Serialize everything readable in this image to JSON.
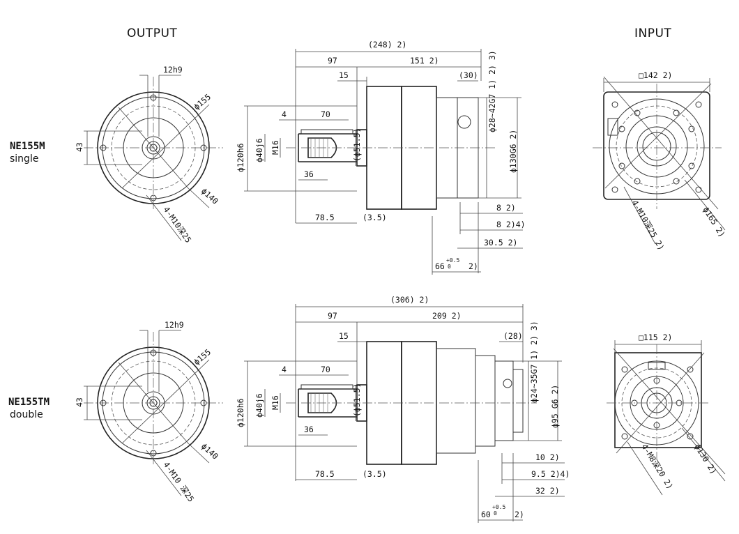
{
  "headers": {
    "output": "OUTPUT",
    "input": "INPUT"
  },
  "models": [
    {
      "code": "NE155M",
      "variant": "single"
    },
    {
      "code": "NE155TM",
      "variant": "double"
    }
  ],
  "single": {
    "front": {
      "key": "12h9",
      "d155": "ϕ155",
      "d140": "ϕ140",
      "h43": "43",
      "holes": "4-M10深25"
    },
    "side": {
      "total": "(248)  2)",
      "l97": "97",
      "l151": "151  2)",
      "l15": "15",
      "l30": "(30)",
      "l4": "4",
      "l70": "70",
      "l36": "36",
      "l785": "78.5",
      "l35": "(3.5)",
      "d120": "ϕ120h6",
      "d40": "ϕ40j6",
      "m16": "M16",
      "d515": "(ϕ51.5)",
      "d28": "ϕ28~42G7  1) 2) 3)",
      "d130": "ϕ130G6  2)",
      "r8a": "8  2)",
      "r8b": "8  2)4)",
      "r305": "30.5  2)",
      "r66": "66",
      "r66tol": "+0.5",
      "r66tol0": "0",
      "r66n": "2)"
    },
    "input": {
      "sq": "□142  2)",
      "d165": "ϕ165  2)",
      "holes": "4-M10深25  2)"
    }
  },
  "double": {
    "front": {
      "key": "12h9",
      "d155": "ϕ155",
      "d140": "ϕ140",
      "h43": "43",
      "holes": "4-M10 深25"
    },
    "side": {
      "total": "(306)  2)",
      "l97": "97",
      "l209": "209  2)",
      "l15": "15",
      "l28": "(28)",
      "l4": "4",
      "l70": "70",
      "l36": "36",
      "l785": "78.5",
      "l35": "(3.5)",
      "d120": "ϕ120h6",
      "d40": "ϕ40j6",
      "m16": "M16",
      "d515": "(ϕ51.5)",
      "d24": "ϕ24~35G7  1) 2) 3)",
      "d95": "ϕ95 G6  2)",
      "r10": "10  2)",
      "r95": "9.5  2)4)",
      "r32": "32  2)",
      "r60": "60",
      "r60tol": "+0.5",
      "r60tol0": "0",
      "r60n": "2)"
    },
    "input": {
      "sq": "□115  2)",
      "d130": "ϕ130  2)",
      "holes": "4-M8深20  2)"
    }
  }
}
